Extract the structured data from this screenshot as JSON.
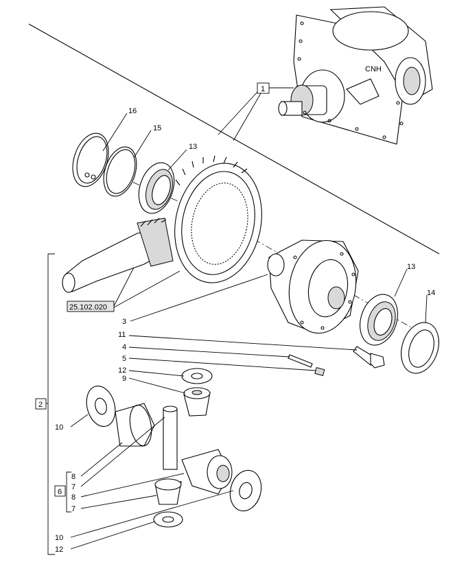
{
  "callouts": {
    "c16": "16",
    "c15": "15",
    "c13a": "13",
    "c13b": "13",
    "c14": "14",
    "c3": "3",
    "c11": "11",
    "c4": "4",
    "c5": "5",
    "c12a": "12",
    "c9": "9",
    "c10a": "10",
    "c8a": "8",
    "c7a": "7",
    "c8b": "8",
    "c7b": "7",
    "c10b": "10",
    "c12b": "12"
  },
  "boxes": {
    "b1": "1",
    "b2": "2",
    "b6": "6",
    "ref": "25.102.020"
  },
  "brand": {
    "housing_logo": "CNH"
  }
}
